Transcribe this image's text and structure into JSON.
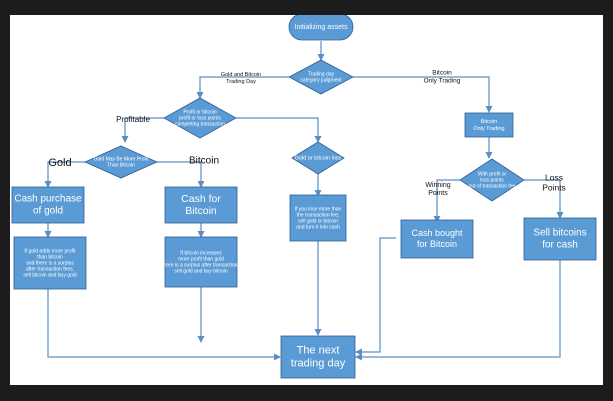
{
  "colors": {
    "node_fill": "#5b9bd5",
    "node_stroke": "#2e5f8f",
    "arrow": "#5b8fc4",
    "text_on_node": "#ffffff",
    "label": "#111111",
    "background": "#ffffff",
    "outer": "#1c1c1c"
  },
  "nodes": {
    "start": "Initializing assets",
    "category": [
      "Trading day",
      "category judgment"
    ],
    "profit_check": [
      "Profit or bitcoin",
      "profit or loss points",
      "completing transaction"
    ],
    "more_profit": [
      "Gold May Be More Profit",
      "Than Bitcoin"
    ],
    "gold_bitcoin_loss": "Gold or bitcoin loss",
    "cash_gold": [
      "Cash purchase",
      "of gold"
    ],
    "cash_bitcoin": [
      "Cash for",
      "Bitcoin"
    ],
    "gold_surplus": [
      "If gold adds more profit",
      "than bitcoin",
      "and there is a surplus",
      "after transaction fees,",
      "sell bitcoin and buy gold"
    ],
    "bitcoin_surplus": [
      "If bitcoin increases",
      "more profit than gold",
      "and there is a surplus after transaction fees,",
      "sell gold and buy bitcoin"
    ],
    "loss_rule": [
      "If you lose more than",
      "the transaction fee,",
      "sell gold or bitcoin",
      "and turn it into cash"
    ],
    "bitcoin_only": [
      "Bitcoin",
      "Only Trading"
    ],
    "btc_profit_check": [
      "With profit or",
      "loss points",
      "out of transaction fee"
    ],
    "cash_bought": [
      "Cash bought",
      "for Bitcoin"
    ],
    "sell_bitcoins": [
      "Sell bitcoins",
      "for cash"
    ],
    "next_day": [
      "The next",
      "trading day"
    ]
  },
  "edge_labels": {
    "gold_bitcoin_day": [
      "Gold and Bitcoin",
      "Trading Day"
    ],
    "bitcoin_only_trading": [
      "Bitcoin",
      "Only Trading"
    ],
    "profitable": "Profitable",
    "gold": "Gold",
    "bitcoin": "Bitcoin",
    "winning_points": [
      "Winning",
      "Points"
    ],
    "loss_points": [
      "Loss",
      "Points"
    ]
  }
}
